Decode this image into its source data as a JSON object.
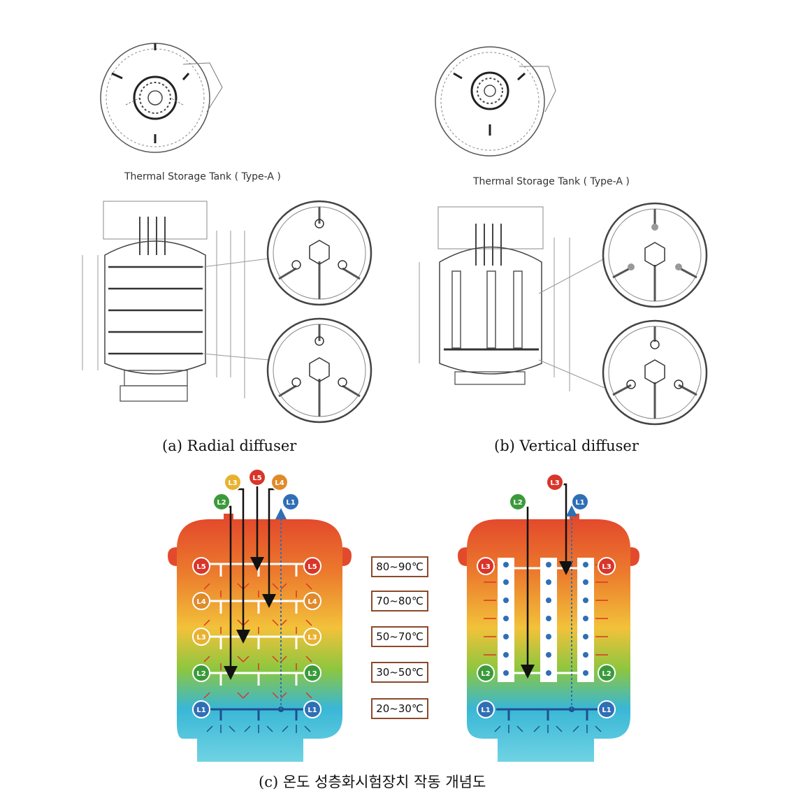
{
  "panel_a": {
    "tank_label": "Thermal Storage Tank ( Type-A )",
    "caption": "(a) Radial diffuser"
  },
  "panel_b": {
    "tank_label": "Thermal Storage Tank ( Type-A )",
    "caption": "(b) Vertical diffuser"
  },
  "panel_c": {
    "caption": "(c) 온도 성층화시험장치 작동 개념도",
    "temperature_legend": [
      "80~90℃",
      "70~80℃",
      "50~70℃",
      "30~50℃",
      "20~30℃"
    ],
    "radial_inlets": [
      "L3",
      "L5",
      "L4",
      "L2",
      "L1"
    ],
    "radial_levels": [
      "L5",
      "L4",
      "L3",
      "L2",
      "L1"
    ],
    "vertical_inlets": [
      "L3",
      "L2",
      "L1"
    ],
    "vertical_levels": [
      "L3",
      "L2",
      "L1"
    ]
  },
  "colors": {
    "L1": "#2f6fb5",
    "L2": "#3a9a3a",
    "L3": "#e8b230",
    "L4": "#e08a2a",
    "L5": "#d9352a",
    "legend_border": "#8b4a2b",
    "arrow_red": "#d9352a"
  }
}
